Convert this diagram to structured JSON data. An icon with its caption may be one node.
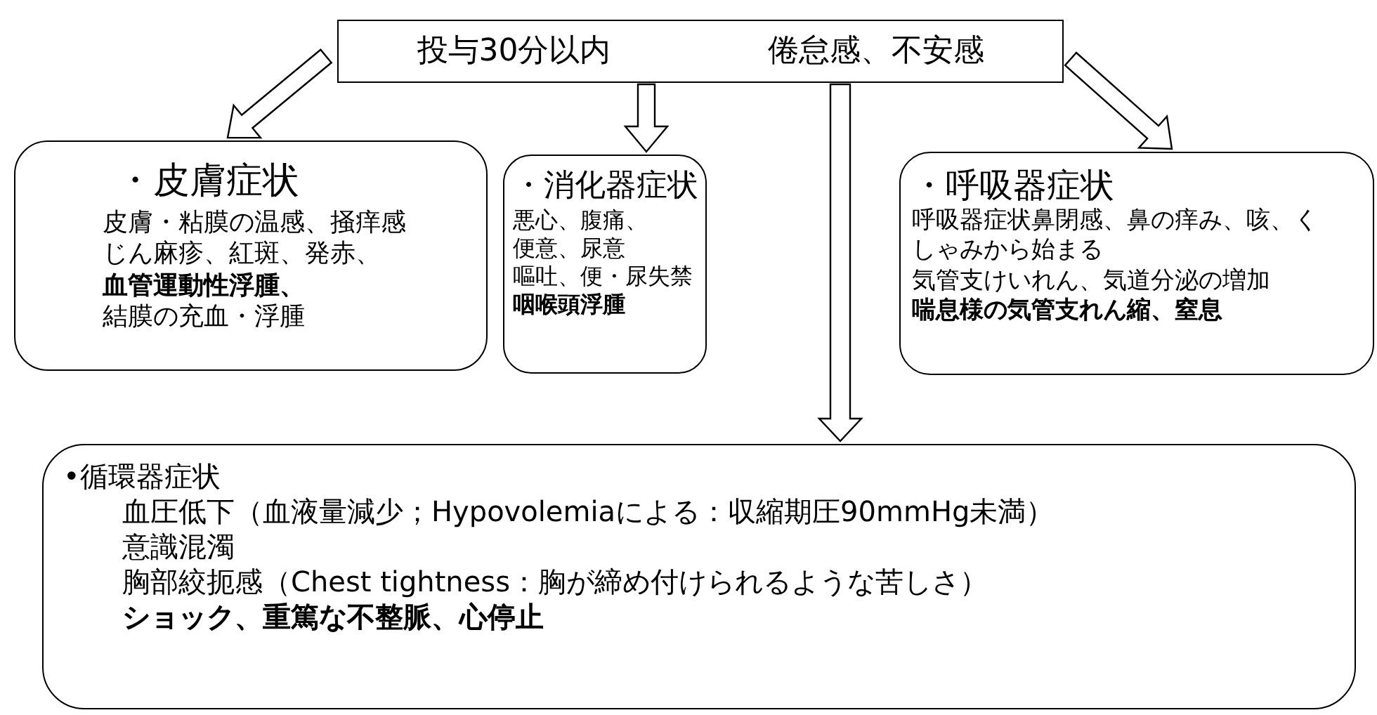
{
  "diagram": {
    "nodes": [
      {
        "text": [
          "投与30分以内",
          "倦怠感、不安感"
        ]
      },
      {
        "text": [
          "・皮膚症状",
          "皮膚・粘膜の温感、掻痒感",
          "じん麻疹、紅斑、発赤、",
          "血管運動性浮腫、",
          "結膜の充血・浮腫"
        ]
      },
      {
        "text": [
          "・消化器症状",
          "悪心、腹痛、",
          "便意、尿意",
          "嘔吐、便・尿失禁",
          "咽喉頭浮腫"
        ]
      },
      {
        "text": [
          "・呼吸器症状",
          "呼吸器症状鼻閉感、鼻の痒み、咳、くしゃみから始まる",
          "気管支けいれん、気道分泌の増加",
          "喘息様の気管支れん縮、窒息"
        ]
      },
      {
        "text": [
          "•循環器症状",
          "血圧低下（血液量減少；Hypovolemiaによる：収縮期圧90mmHg未満）",
          "意識混濁",
          "胸部絞扼感（Chest tightness：胸が締め付けられるような苦しさ）",
          "ショック、重篤な不整脈、心停止"
        ]
      }
    ],
    "edges": [
      {
        "from": 0,
        "to": 1,
        "arrow": "to"
      },
      {
        "from": 0,
        "to": 2,
        "arrow": "to"
      },
      {
        "from": 0,
        "to": 3,
        "arrow": "to"
      },
      {
        "from": 0,
        "to": 4,
        "arrow": "to"
      }
    ]
  }
}
